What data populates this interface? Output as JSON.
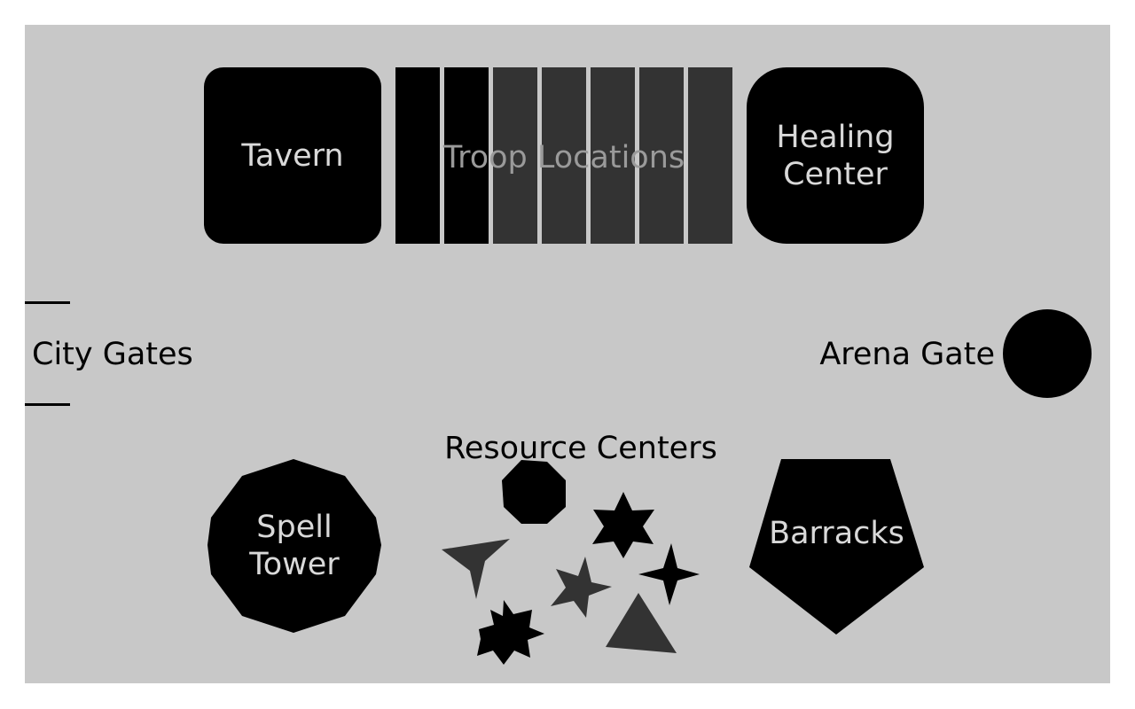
{
  "map": {
    "background_color": "#c8c8c8",
    "dark_color": "#000000",
    "gray_color": "#333333",
    "light_text_color": "#d9d9d9",
    "faded_text_color": "#9a9a9a"
  },
  "buildings": {
    "tavern": {
      "label": "Tavern"
    },
    "troop_locations": {
      "label": "Troop Locations",
      "slots_total": 7,
      "slots_dark": 2
    },
    "healing_center": {
      "label": "Healing\nCenter"
    },
    "city_gates": {
      "label": "City Gates"
    },
    "arena_gate": {
      "label": "Arena Gate"
    },
    "resource_centers": {
      "label": "Resource Centers",
      "nodes": [
        {
          "shape": "octagon-icon",
          "color": "dark"
        },
        {
          "shape": "star6-icon",
          "color": "dark"
        },
        {
          "shape": "tri-star-icon",
          "color": "gray"
        },
        {
          "shape": "star5-icon",
          "color": "gray"
        },
        {
          "shape": "star4-icon",
          "color": "dark"
        },
        {
          "shape": "star7-icon",
          "color": "dark"
        },
        {
          "shape": "triangle-icon",
          "color": "gray"
        }
      ]
    },
    "spell_tower": {
      "label": "Spell\nTower"
    },
    "barracks": {
      "label": "Barracks"
    }
  }
}
